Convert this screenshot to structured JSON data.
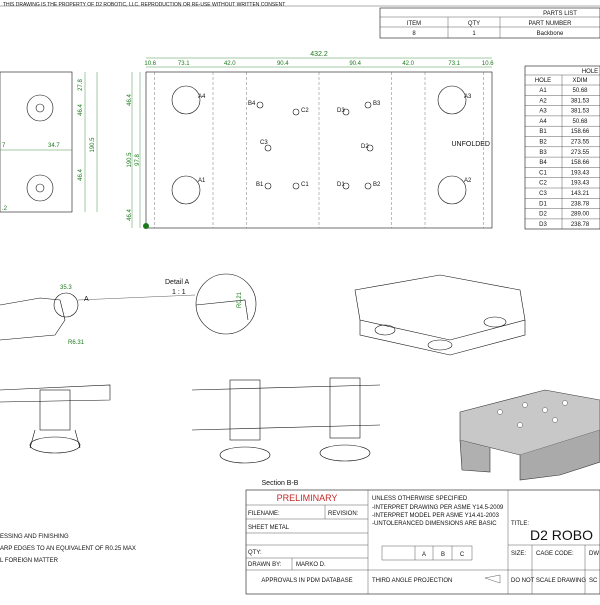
{
  "corner_note": "THIS DRAWING IS THE PROPERTY OF D2 ROBOTIC, LLC. REPRODUCTION OR RE-USE WITHOUT WRITTEN CONSENT",
  "parts_list": {
    "title": "PARTS LIST",
    "headers": [
      "ITEM",
      "QTY",
      "PART NUMBER"
    ],
    "rows": [
      [
        "8",
        "1",
        "Backbone"
      ]
    ]
  },
  "hole_table": {
    "title": "HOLE",
    "headers": [
      "HOLE",
      "XDIM"
    ],
    "rows": [
      [
        "A1",
        "50.68"
      ],
      [
        "A2",
        "381.53"
      ],
      [
        "A3",
        "381.53"
      ],
      [
        "A4",
        "50.68"
      ],
      [
        "B1",
        "158.66"
      ],
      [
        "B2",
        "273.55"
      ],
      [
        "B3",
        "273.55"
      ],
      [
        "B4",
        "158.66"
      ],
      [
        "C1",
        "193.43"
      ],
      [
        "C2",
        "193.43"
      ],
      [
        "C3",
        "143.21"
      ],
      [
        "D1",
        "238.78"
      ],
      [
        "D2",
        "289.00"
      ],
      [
        "D3",
        "238.78"
      ]
    ]
  },
  "flat_pattern": {
    "overall": "432.2",
    "segments": [
      "10.6",
      "73.1",
      "42.0",
      "90.4",
      "90.4",
      "42.0",
      "73.1",
      "10.6"
    ],
    "left_dims": [
      "46.4",
      "190.5",
      "97.8",
      "46.4"
    ],
    "label": "UNFOLDED",
    "holes": [
      "A4",
      "B4",
      "C2",
      "D3",
      "B3",
      "A3",
      "C3",
      "D2",
      "A1",
      "B1",
      "C1",
      "D1",
      "B2",
      "A2"
    ]
  },
  "side_view": {
    "dims": [
      "27.8",
      "46.4",
      "190.5",
      "46.4",
      "34.7",
      "7",
      ".2"
    ]
  },
  "detail": {
    "label": "Detail A",
    "scale": "1 : 1",
    "callout": "A",
    "dims": [
      "35.3",
      "R6.31",
      "R0.21"
    ]
  },
  "section": {
    "label": "Section B-B"
  },
  "title_block": {
    "status": "PRELIMINARY",
    "notes_header": "UNLESS OTHERWISE SPECIFIED",
    "notes": [
      "-INTERPRET DRAWING PER ASME Y14.5-2009",
      "-INTERPRET MODEL PER ASME Y14.41-2003",
      "-UNTOLERANCED DIMENSIONS ARE BASIC"
    ],
    "filename_label": "FILENAME:",
    "revision_label": "REVISION:",
    "material": "SHEET METAL",
    "qty_label": "QTY:",
    "drawn_by_label": "DRAWN BY:",
    "drawn_by": "MARKO D.",
    "approvals": "APPROVALS IN PDM DATABASE",
    "projection": "THIRD ANGLE PROJECTION",
    "title_label": "TITLE:",
    "title": "D2 ROBO",
    "size_label": "SIZE:",
    "cage_label": "CAGE CODE:",
    "dwg_label": "DW",
    "no_scale": "DO NOT SCALE DRAWING",
    "sc_label": "SC",
    "datum_boxes": [
      "A",
      "B",
      "C"
    ]
  },
  "left_notes": [
    "ESSING AND FINISHING",
    "ARP EDGES TO AN EQUIVALENT OF R0.25 MAX",
    "L FOREIGN MATTER"
  ]
}
